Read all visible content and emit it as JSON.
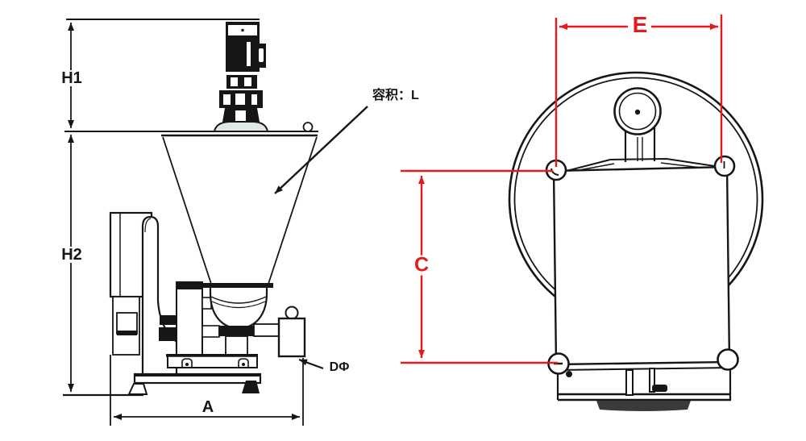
{
  "labels": {
    "h1": "H1",
    "h2": "H2",
    "a": "A",
    "d_phi": "DΦ",
    "capacity": "容积：L",
    "e": "E",
    "c": "C"
  },
  "colors": {
    "line": "#161616",
    "dimension": "#e31b1c",
    "background": "#ffffff"
  }
}
